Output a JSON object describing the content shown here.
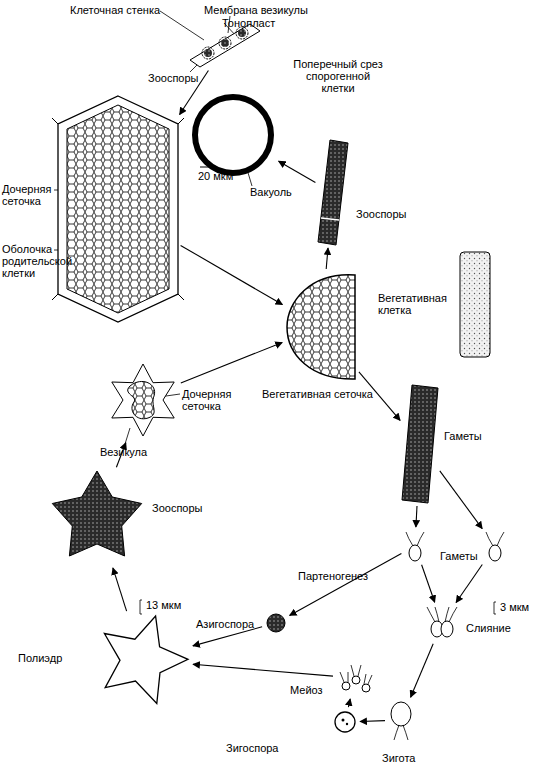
{
  "diagram": {
    "nodes": [
      {
        "text": [
          "Клеточная стенка",
          "Мембрана везикулы",
          "Тонопласт",
          "Зооспоры"
        ]
      },
      {
        "text": [
          "Поперечный срез спорогенной клетки",
          "Вакуоль"
        ]
      },
      {
        "text": [
          "Дочерняя сеточка",
          "Оболочка родительской клетки"
        ]
      },
      {
        "text": [
          "Зооспоры"
        ]
      },
      {
        "text": [
          "Вегетативная клетка"
        ]
      },
      {
        "text": [
          "Вегетативная сеточка"
        ]
      },
      {
        "text": [
          "Дочерняя сеточка",
          "Везикула"
        ]
      },
      {
        "text": [
          "Гаметы"
        ]
      },
      {
        "text": [
          "Зооспоры"
        ]
      },
      {
        "text": [
          "Партеногенез"
        ]
      },
      {
        "text": [
          "Гаметы"
        ]
      },
      {
        "text": [
          "Азигоспора"
        ]
      },
      {
        "text": [
          "Слияние"
        ]
      },
      {
        "text": [
          "Полиэдр"
        ]
      },
      {
        "text": [
          "Мейоз"
        ]
      },
      {
        "text": [
          "Зигоспора"
        ]
      },
      {
        "text": [
          "Зигота"
        ]
      }
    ],
    "edges": [
      {
        "from": 3,
        "to": 1,
        "arrow": "to"
      },
      {
        "from": 0,
        "to": 2,
        "arrow": "to"
      },
      {
        "from": 2,
        "to": 5,
        "arrow": "to"
      },
      {
        "from": 5,
        "to": 3,
        "arrow": "to"
      },
      {
        "from": 5,
        "to": 7,
        "arrow": "to"
      },
      {
        "from": 7,
        "to": 9,
        "arrow": "to"
      },
      {
        "from": 7,
        "to": 10,
        "arrow": "to"
      },
      {
        "from": 9,
        "to": 12,
        "arrow": "to"
      },
      {
        "from": 10,
        "to": 12,
        "arrow": "to"
      },
      {
        "from": 9,
        "to": 11,
        "arrow": "to"
      },
      {
        "from": 12,
        "to": 16,
        "arrow": "to"
      },
      {
        "from": 16,
        "to": 15,
        "arrow": "to"
      },
      {
        "from": 15,
        "to": 14,
        "arrow": "to"
      },
      {
        "from": 14,
        "to": 13,
        "arrow": "to"
      },
      {
        "from": 11,
        "to": 13,
        "arrow": "to"
      },
      {
        "from": 13,
        "to": 8,
        "arrow": "to"
      },
      {
        "from": 8,
        "to": 6,
        "arrow": "to"
      },
      {
        "from": 6,
        "to": 5,
        "arrow": "to"
      }
    ],
    "labels": [
      "20 мкм",
      "13 мкм",
      "3 мкм"
    ]
  }
}
